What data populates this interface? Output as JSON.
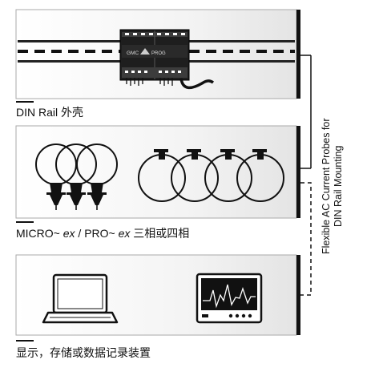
{
  "side_title": {
    "line1": "Flexible AC Current Probes for",
    "line2": "DIN Rail Mounting"
  },
  "din_panel": {
    "label": "DIN Rail 外壳",
    "device_brand": "GMC",
    "device_model": "PROG"
  },
  "probe_panel": {
    "label_micro": "MICRO~",
    "label_ex1": "ex",
    "label_sep": "/ PRO~",
    "label_ex2": "ex",
    "label_rest": "三相或四相"
  },
  "display_panel": {
    "label": "显示，存储或数据记录装置"
  }
}
